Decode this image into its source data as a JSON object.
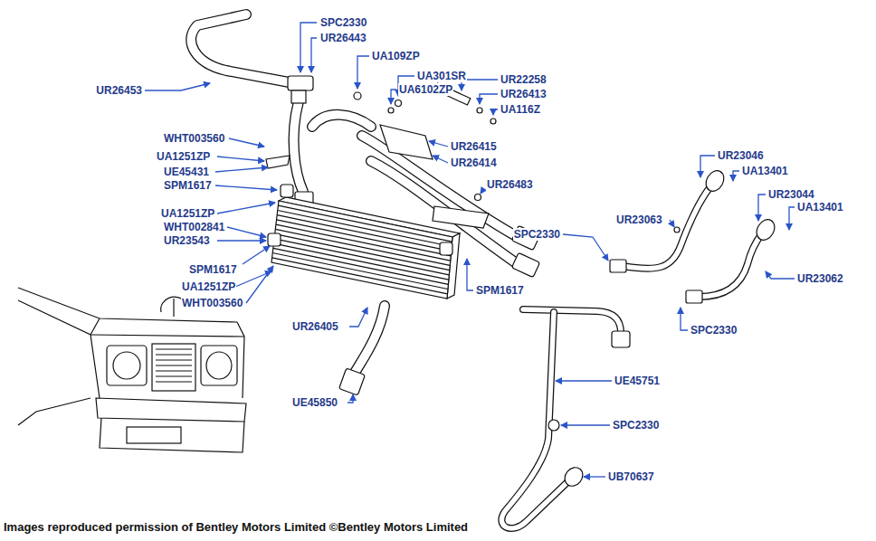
{
  "diagram": {
    "caption": "Images reproduced permission of Bentley Motors Limited ©Bentley Motors Limited",
    "labels": [
      "SPC2330",
      "UR26443",
      "UR26453",
      "UA109ZP",
      "UA301SR",
      "UR22258",
      "UA6102ZP",
      "UR26413",
      "UA116Z",
      "WHT003560",
      "UR26415",
      "UR26414",
      "UA1251ZP",
      "UE45431",
      "UR23046",
      "UA13401",
      "SPM1617",
      "UR26483",
      "UR23044",
      "UA13401",
      "UA1251ZP",
      "WHT002841",
      "UR23063",
      "SPC2330",
      "UR23543",
      "SPM1617",
      "UR23062",
      "UA1251ZP",
      "SPM1617",
      "WHT003560",
      "UR26405",
      "SPC2330",
      "UE45751",
      "SPC2330",
      "UE45850",
      "UB70637"
    ]
  }
}
